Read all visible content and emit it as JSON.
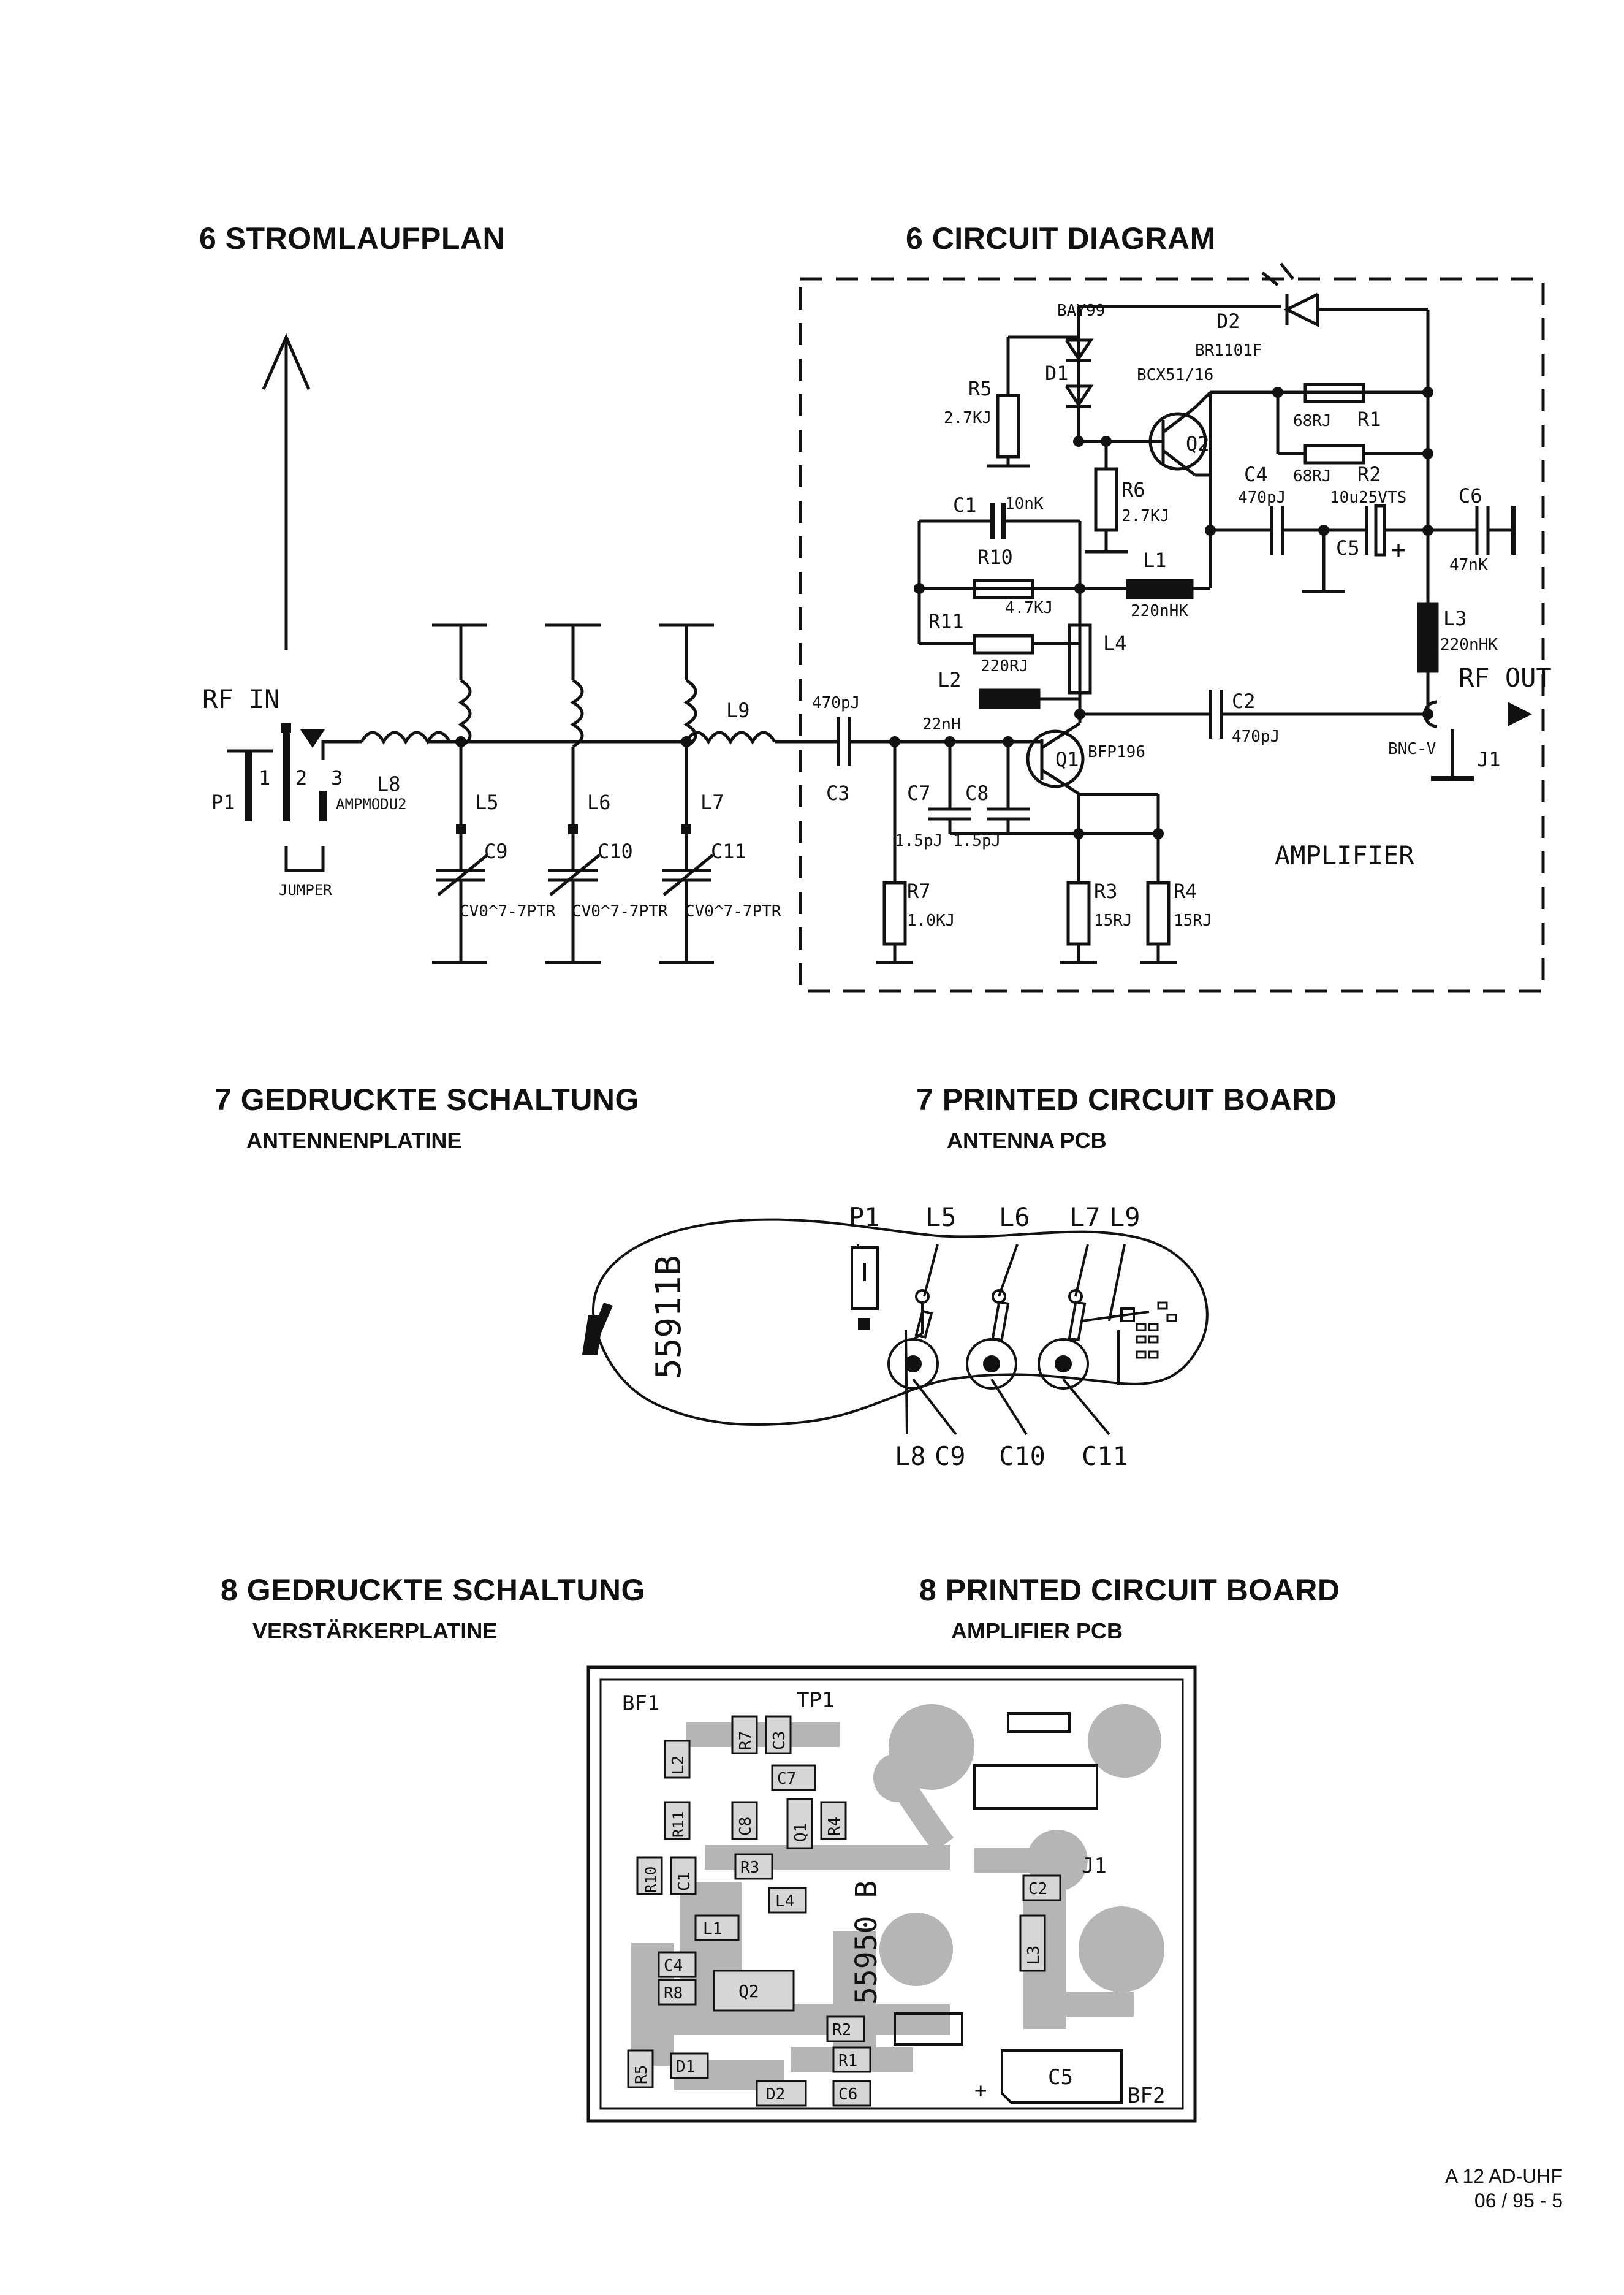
{
  "section6": {
    "heading_de": "6 STROMLAUFPLAN",
    "heading_en": "6 CIRCUIT DIAGRAM",
    "labels": {
      "rf_in": "RF IN",
      "rf_out": "RF OUT",
      "p1": "P1",
      "pin1": "1",
      "pin2": "2",
      "pin3": "3",
      "jumper": "JUMPER",
      "l8": "L8",
      "l8_val": "AMPMODU2",
      "l5": "L5",
      "l6": "L6",
      "l7": "L7",
      "l9": "L9",
      "c9": "C9",
      "c10": "C10",
      "c11": "C11",
      "c9_val": "CV0^7-7PTR",
      "c10_val": "CV0^7-7PTR",
      "c11_val": "CV0^7-7PTR",
      "c3": "C3",
      "c3_val": "470pJ",
      "bay99": "BAY99",
      "d1": "D1",
      "d2": "D2",
      "d2_val": "BR1101F",
      "r5": "R5",
      "r5_val": "2.7KJ",
      "q2_val": "BCX51/16",
      "q2": "Q2",
      "r6": "R6",
      "r6_val": "2.7KJ",
      "r1": "R1",
      "r1_val": "68RJ",
      "r2": "R2",
      "r2_val": "68RJ",
      "c4": "C4",
      "c4_val": "470pJ",
      "c5": "C5",
      "c5_val": "10u25VTS",
      "c6": "C6",
      "c6_val": "47nK",
      "c1": "C1",
      "c1_val": "10nK",
      "r10": "R10",
      "r10_val": "4.7KJ",
      "l1": "L1",
      "l1_val": "220nHK",
      "r11": "R11",
      "r11_val": "220RJ",
      "l4": "L4",
      "l2": "L2",
      "l2_val": "22nH",
      "l3": "L3",
      "l3_val": "220nHK",
      "c2": "C2",
      "c2_val": "470pJ",
      "q1": "Q1",
      "q1_val": "BFP196",
      "c7": "C7",
      "c7_val": "1.5pJ",
      "c8": "C8",
      "c8_val": "1.5pJ",
      "r7": "R7",
      "r7_val": "1.0KJ",
      "r3": "R3",
      "r3_val": "15RJ",
      "r4": "R4",
      "r4_val": "15RJ",
      "bnc": "BNC-V",
      "j1": "J1",
      "amplifier": "AMPLIFIER"
    }
  },
  "section7": {
    "heading_de": "7 GEDRUCKTE SCHALTUNG",
    "sub_de": "ANTENNENPLATINE",
    "heading_en": "7 PRINTED CIRCUIT BOARD",
    "sub_en": "ANTENNA PCB",
    "labels": {
      "p1": "P1",
      "l5": "L5",
      "l6": "L6",
      "l7": "L7",
      "l9": "L9",
      "l8": "L8",
      "c9": "C9",
      "c10": "C10",
      "c11": "C11",
      "board_no": "55911B"
    }
  },
  "section8": {
    "heading_de": "8 GEDRUCKTE SCHALTUNG",
    "sub_de": "VERSTÄRKERPLATINE",
    "heading_en": "8 PRINTED CIRCUIT BOARD",
    "sub_en": "AMPLIFIER PCB",
    "labels": {
      "bf1": "BF1",
      "bf2": "BF2",
      "tp1": "TP1",
      "j1": "J1",
      "l2": "L2",
      "r7": "R7",
      "c3": "C3",
      "c7": "C7",
      "r11": "R11",
      "c8": "C8",
      "q1": "Q1",
      "r4": "R4",
      "r10": "R10",
      "c1": "C1",
      "r3": "R3",
      "c2": "C2",
      "l4": "L4",
      "l1": "L1",
      "l3": "L3",
      "c4": "C4",
      "r8": "R8",
      "q2": "Q2",
      "r2": "R2",
      "r5": "R5",
      "d1": "D1",
      "r1": "R1",
      "d2": "D2",
      "c6": "C6",
      "c5": "C5",
      "plus": "+",
      "board_no": "55950 B"
    }
  },
  "footer": {
    "model": "A 12 AD-UHF",
    "date_page": "06 / 95 - 5"
  }
}
